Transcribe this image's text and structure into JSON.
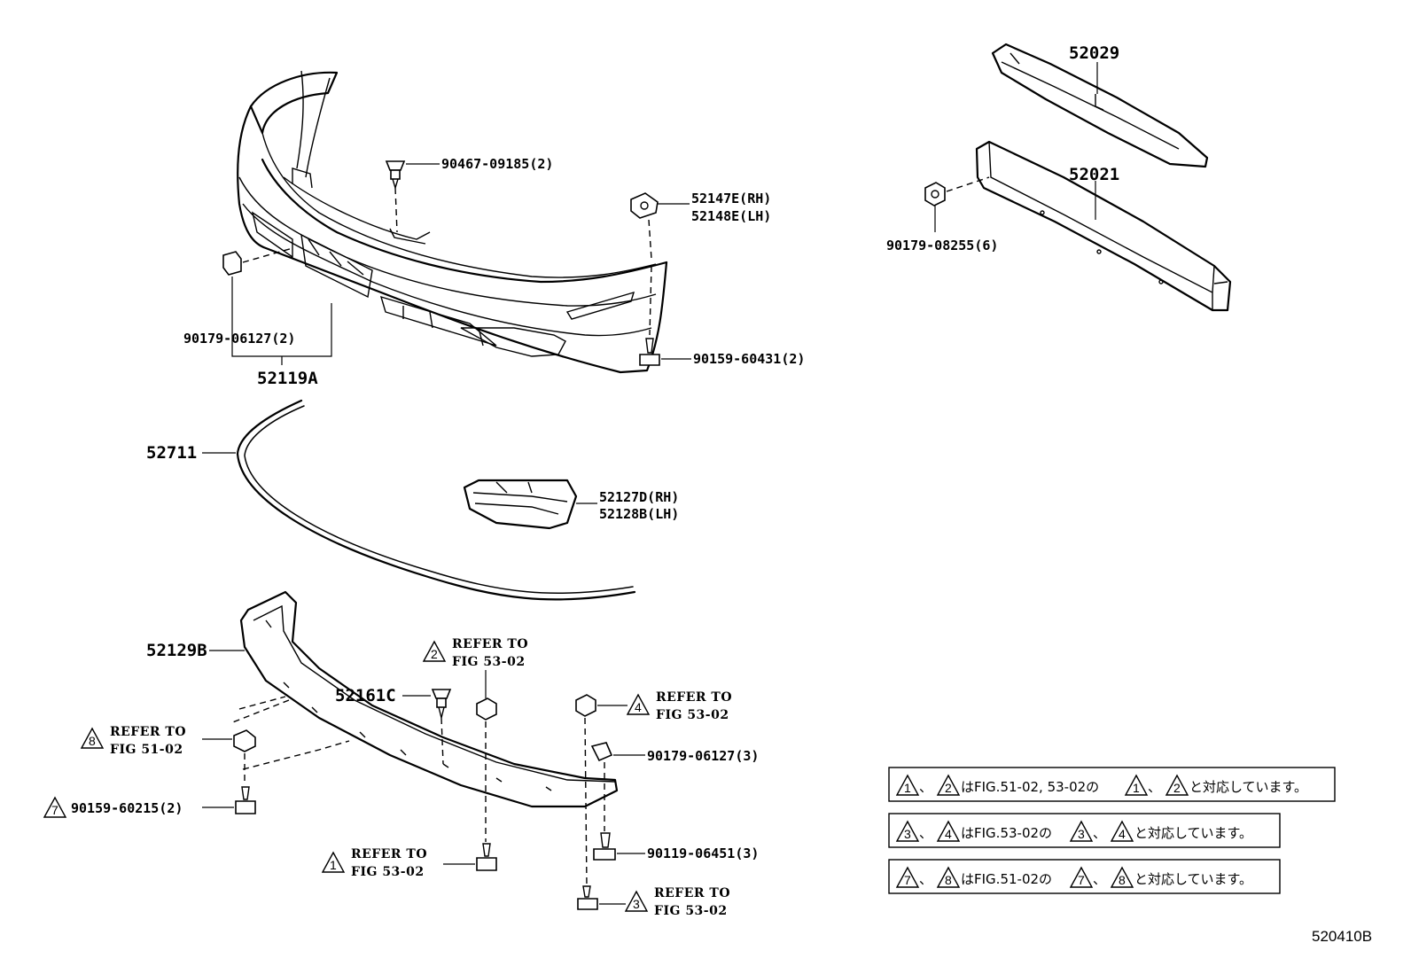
{
  "figure_id": "520410B",
  "parts": {
    "clip_top": "90467-09185(2)",
    "retainer_rh": "52147E(RH)",
    "retainer_lh": "52148E(LH)",
    "nut_left": "90179-06127(2)",
    "bumper_cover": "52119A",
    "screw_right": "90159-60431(2)",
    "reinforcement_upper": "52029",
    "reinforcement": "52021",
    "nut_reinf": "90179-08255(6)",
    "molding": "52711",
    "grille_rh": "52127D(RH)",
    "grille_lh": "52128B(LH)",
    "spoiler": "52129B",
    "clip_spoiler": "52161C",
    "nut_spoiler": "90179-06127(3)",
    "bolt_spoiler": "90119-06451(3)",
    "screw_spoiler": "90159-60215(2)"
  },
  "refs": {
    "ref1": {
      "num": "1",
      "line1": "REFER TO",
      "line2": "FIG 53-02"
    },
    "ref2": {
      "num": "2",
      "line1": "REFER TO",
      "line2": "FIG 53-02"
    },
    "ref3": {
      "num": "3",
      "line1": "REFER TO",
      "line2": "FIG 53-02"
    },
    "ref4": {
      "num": "4",
      "line1": "REFER TO",
      "line2": "FIG 53-02"
    },
    "ref7": {
      "num": "7"
    },
    "ref8": {
      "num": "8",
      "line1": "REFER TO",
      "line2": "FIG 51-02"
    }
  },
  "notes": [
    {
      "a": "1",
      "b": "2",
      "mid": "はFIG.51-02, 53-02の",
      "c": "1",
      "d": "2",
      "tail": "と対応しています。"
    },
    {
      "a": "3",
      "b": "4",
      "mid": "はFIG.53-02の",
      "c": "3",
      "d": "4",
      "tail": "と対応しています。"
    },
    {
      "a": "7",
      "b": "8",
      "mid": "はFIG.51-02の",
      "c": "7",
      "d": "8",
      "tail": "と対応しています。"
    }
  ],
  "note_separator": "、"
}
